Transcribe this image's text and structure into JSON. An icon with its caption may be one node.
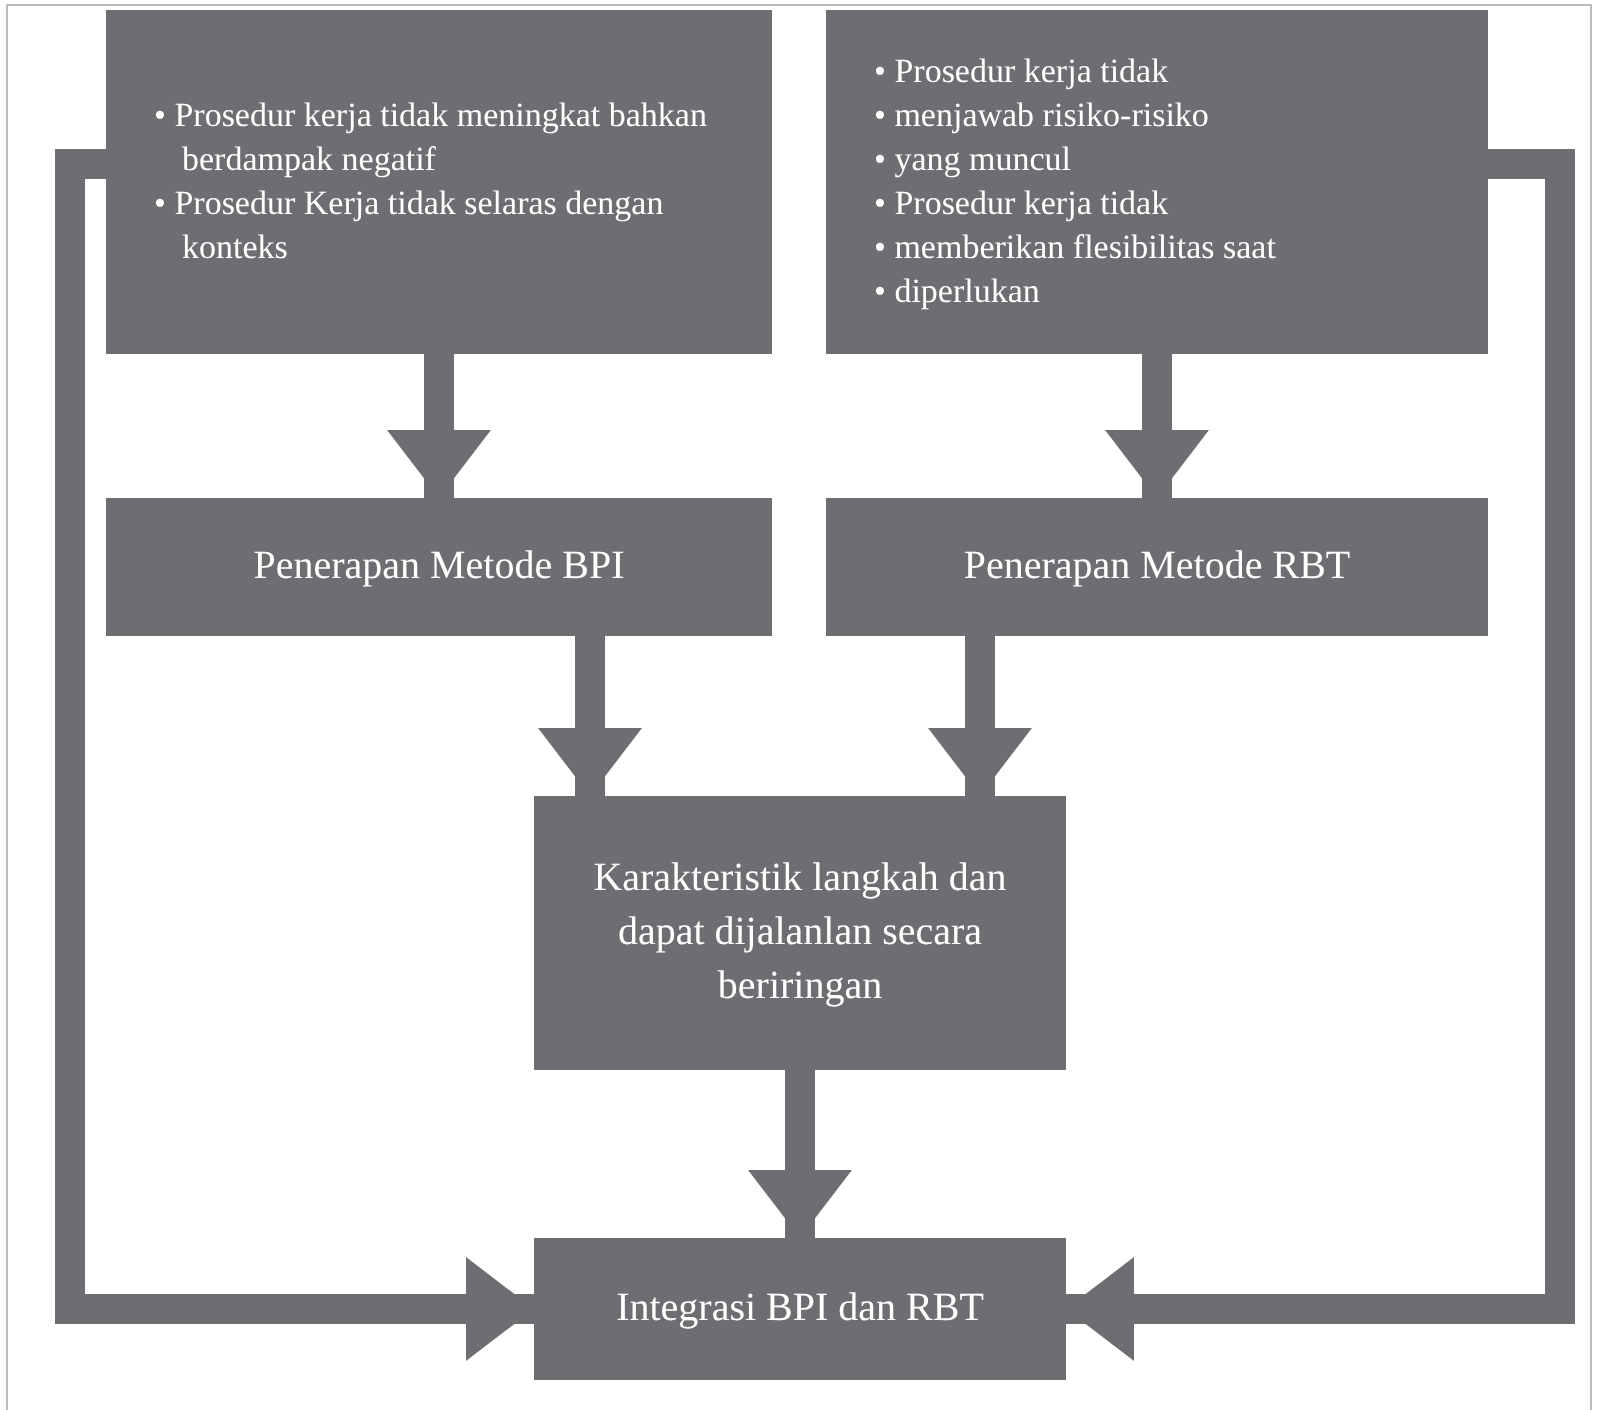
{
  "diagram": {
    "nodes": [
      {
        "text": [
          "• Prosedur kerja tidak meningkat bahkan berdampak negatif",
          "• Prosedur Kerja tidak selaras dengan konteks"
        ]
      },
      {
        "text": [
          "• Prosedur kerja tidak",
          "• menjawab risiko-risiko",
          "• yang muncul",
          "• Prosedur kerja tidak",
          "• memberikan flesibilitas saat",
          "• diperlukan"
        ]
      },
      {
        "text": [
          "Penerapan Metode BPI"
        ]
      },
      {
        "text": [
          "Penerapan Metode RBT"
        ]
      },
      {
        "text": [
          "Karakteristik langkah dan dapat dijalanlan secara beriringan"
        ]
      },
      {
        "text": [
          "Integrasi BPI dan RBT"
        ]
      }
    ],
    "edges": [
      {
        "from": 0,
        "to": 2,
        "arrow": "to"
      },
      {
        "from": 1,
        "to": 3,
        "arrow": "to"
      },
      {
        "from": 2,
        "to": 4,
        "arrow": "to"
      },
      {
        "from": 3,
        "to": 4,
        "arrow": "to"
      },
      {
        "from": 4,
        "to": 5,
        "arrow": "to"
      },
      {
        "from": 0,
        "to": 5,
        "arrow": "to"
      },
      {
        "from": 1,
        "to": 5,
        "arrow": "to"
      }
    ]
  }
}
